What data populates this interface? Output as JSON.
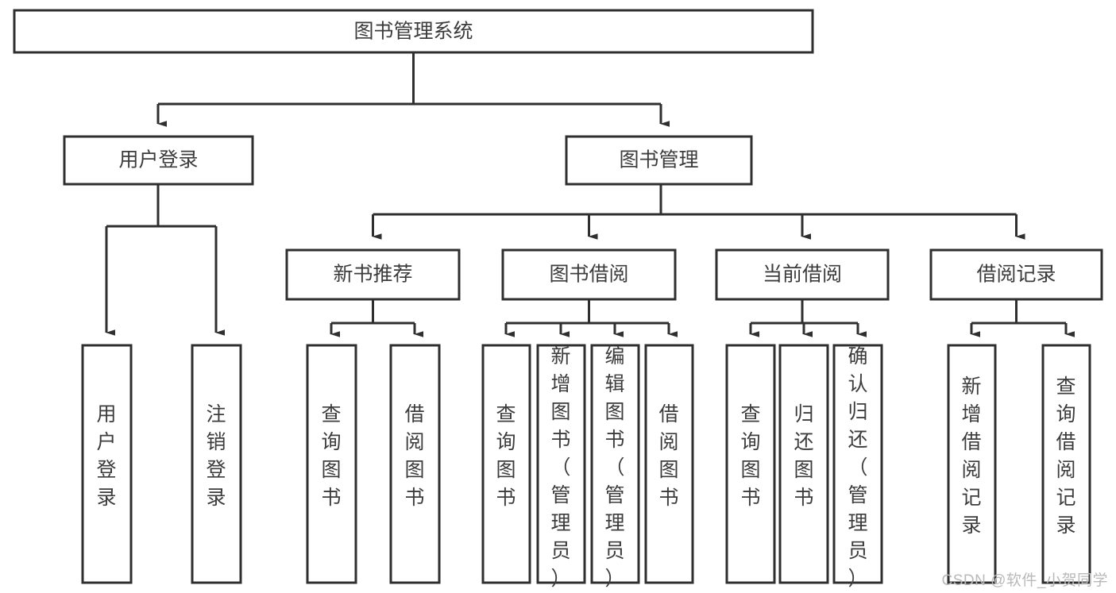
{
  "diagram": {
    "title": "图书管理系统",
    "type": "hierarchy-tree",
    "root": {
      "label": "图书管理系统"
    },
    "level2": [
      {
        "label": "用户登录"
      },
      {
        "label": "图书管理"
      }
    ],
    "level3": [
      {
        "label": "新书推荐"
      },
      {
        "label": "图书借阅"
      },
      {
        "label": "当前借阅"
      },
      {
        "label": "借阅记录"
      }
    ],
    "leaves": {
      "user_login": [
        {
          "label": "用户登录"
        },
        {
          "label": "注销登录"
        }
      ],
      "new_book_recommend": [
        {
          "label": "查询图书"
        },
        {
          "label": "借阅图书"
        }
      ],
      "book_borrow": [
        {
          "label": "查询图书"
        },
        {
          "label": "新增图书（管理员）"
        },
        {
          "label": "编辑图书（管理员）"
        },
        {
          "label": "借阅图书"
        }
      ],
      "current_borrow": [
        {
          "label": "查询图书"
        },
        {
          "label": "归还图书"
        },
        {
          "label": "确认归还（管理员）"
        }
      ],
      "borrow_record": [
        {
          "label": "新增借阅记录"
        },
        {
          "label": "查询借阅记录"
        }
      ]
    },
    "watermark": "CSDN @软件_小贺同学",
    "colors": {
      "stroke": "#2f2f2f",
      "fill": "#ffffff",
      "text": "#3c3c3c",
      "watermark": "#b9b9b9"
    }
  }
}
